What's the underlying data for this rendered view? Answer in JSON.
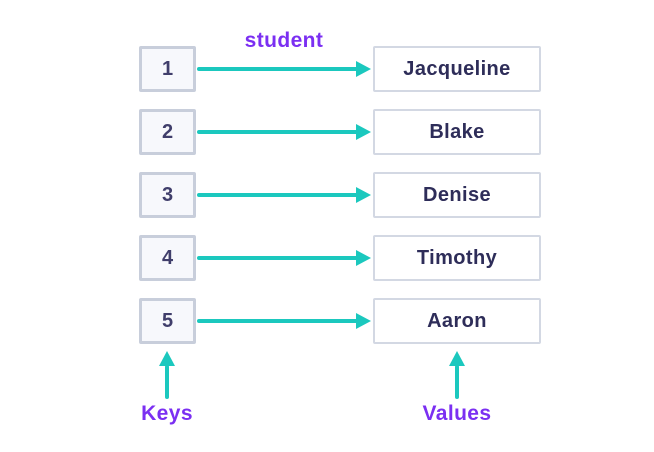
{
  "diagram": {
    "map_name": "student",
    "rows": [
      {
        "key": "1",
        "value": "Jacqueline"
      },
      {
        "key": "2",
        "value": "Blake"
      },
      {
        "key": "3",
        "value": "Denise"
      },
      {
        "key": "4",
        "value": "Timothy"
      },
      {
        "key": "5",
        "value": "Aaron"
      }
    ],
    "keys_label": "Keys",
    "values_label": "Values",
    "colors": {
      "accent_purple": "#7B2FF2",
      "arrow_teal": "#1BC8BE",
      "value_text": "#2E2D59",
      "key_text": "#403E6B",
      "key_box_fill": "#F7F8FC",
      "key_box_border": "#C8CEDB",
      "value_box_border": "#D3D8E3",
      "background": "#FFFFFF"
    }
  }
}
